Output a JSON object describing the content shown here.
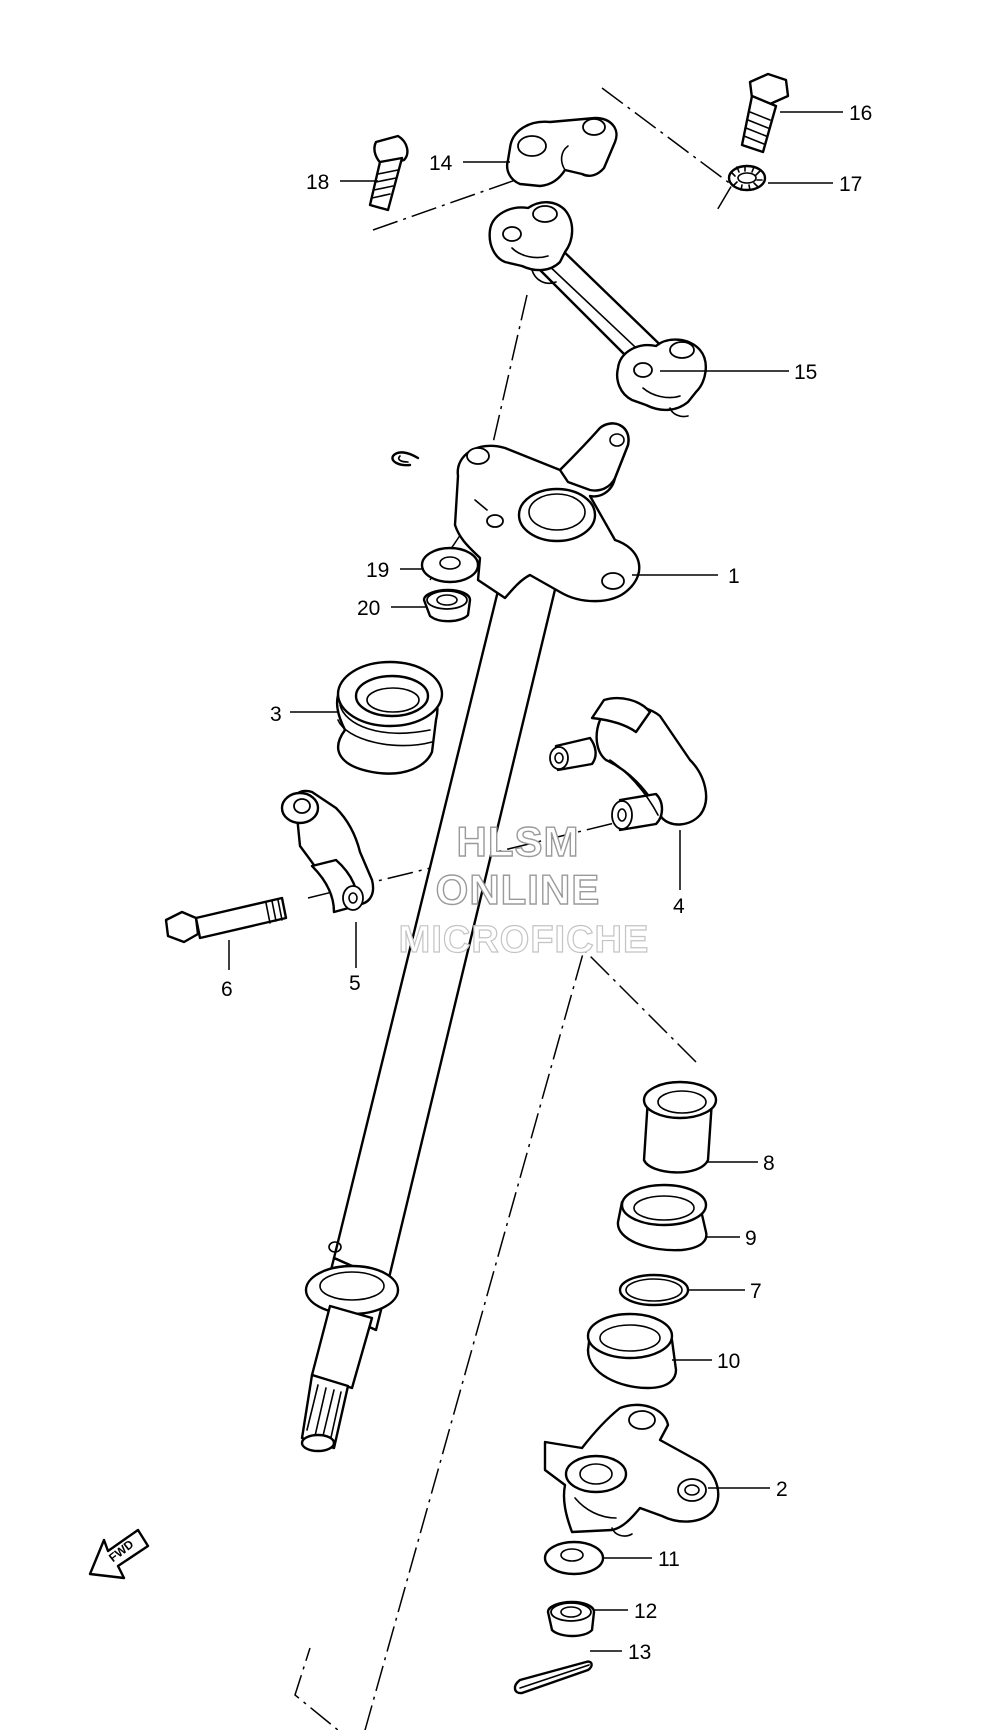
{
  "callouts": [
    {
      "id": "1",
      "label": "1"
    },
    {
      "id": "2",
      "label": "2"
    },
    {
      "id": "3",
      "label": "3"
    },
    {
      "id": "4",
      "label": "4"
    },
    {
      "id": "5",
      "label": "5"
    },
    {
      "id": "6",
      "label": "6"
    },
    {
      "id": "7",
      "label": "7"
    },
    {
      "id": "8",
      "label": "8"
    },
    {
      "id": "9",
      "label": "9"
    },
    {
      "id": "10",
      "label": "10"
    },
    {
      "id": "11",
      "label": "11"
    },
    {
      "id": "12",
      "label": "12"
    },
    {
      "id": "13",
      "label": "13"
    },
    {
      "id": "14",
      "label": "14"
    },
    {
      "id": "15",
      "label": "15"
    },
    {
      "id": "16",
      "label": "16"
    },
    {
      "id": "17",
      "label": "17"
    },
    {
      "id": "18",
      "label": "18"
    },
    {
      "id": "19",
      "label": "19"
    },
    {
      "id": "20",
      "label": "20"
    }
  ],
  "watermark": {
    "line1": "HLSM",
    "line2": "ONLINE",
    "line3": "MICROFICHE"
  },
  "direction_arrow": {
    "label": "FWD",
    "icon": "forward-arrow-icon"
  }
}
